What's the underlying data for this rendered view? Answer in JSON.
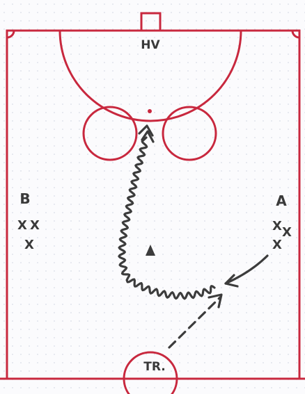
{
  "labels": {
    "goalkeeper": "HV",
    "group_b": "B",
    "group_a": "A",
    "trainer": "TR.",
    "player_marker": "X"
  },
  "colors": {
    "court_lines": "#c8283e",
    "ink": "#3c3c3c",
    "background": "#fbfbfd",
    "grid_dots": "#e3e6ee"
  },
  "icons": {
    "cone": "triangle-cone-icon",
    "pass": "dashed-arrow",
    "dribble": "wavy-arrow",
    "run": "curved-arrow"
  }
}
